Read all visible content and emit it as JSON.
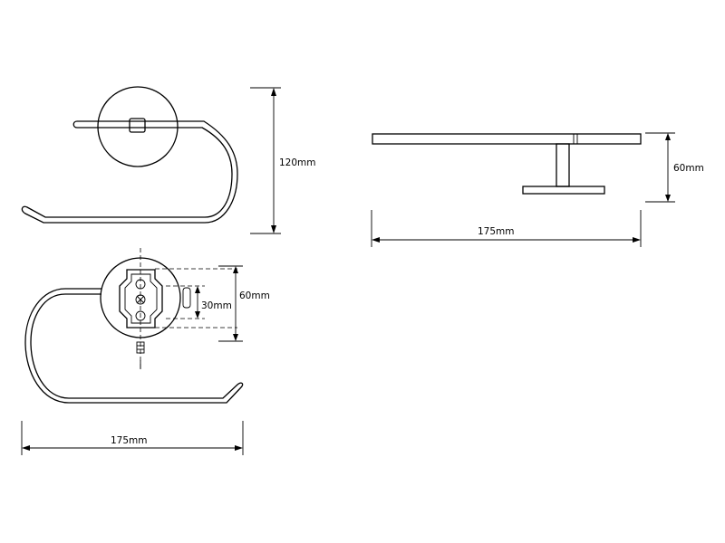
{
  "drawing": {
    "front_view": {
      "height_dim": "120mm"
    },
    "top_view": {
      "plate_dim": "60mm",
      "slot_dim": "30mm",
      "width_dim": "175mm"
    },
    "side_view": {
      "height_dim": "60mm",
      "width_dim": "175mm"
    }
  }
}
